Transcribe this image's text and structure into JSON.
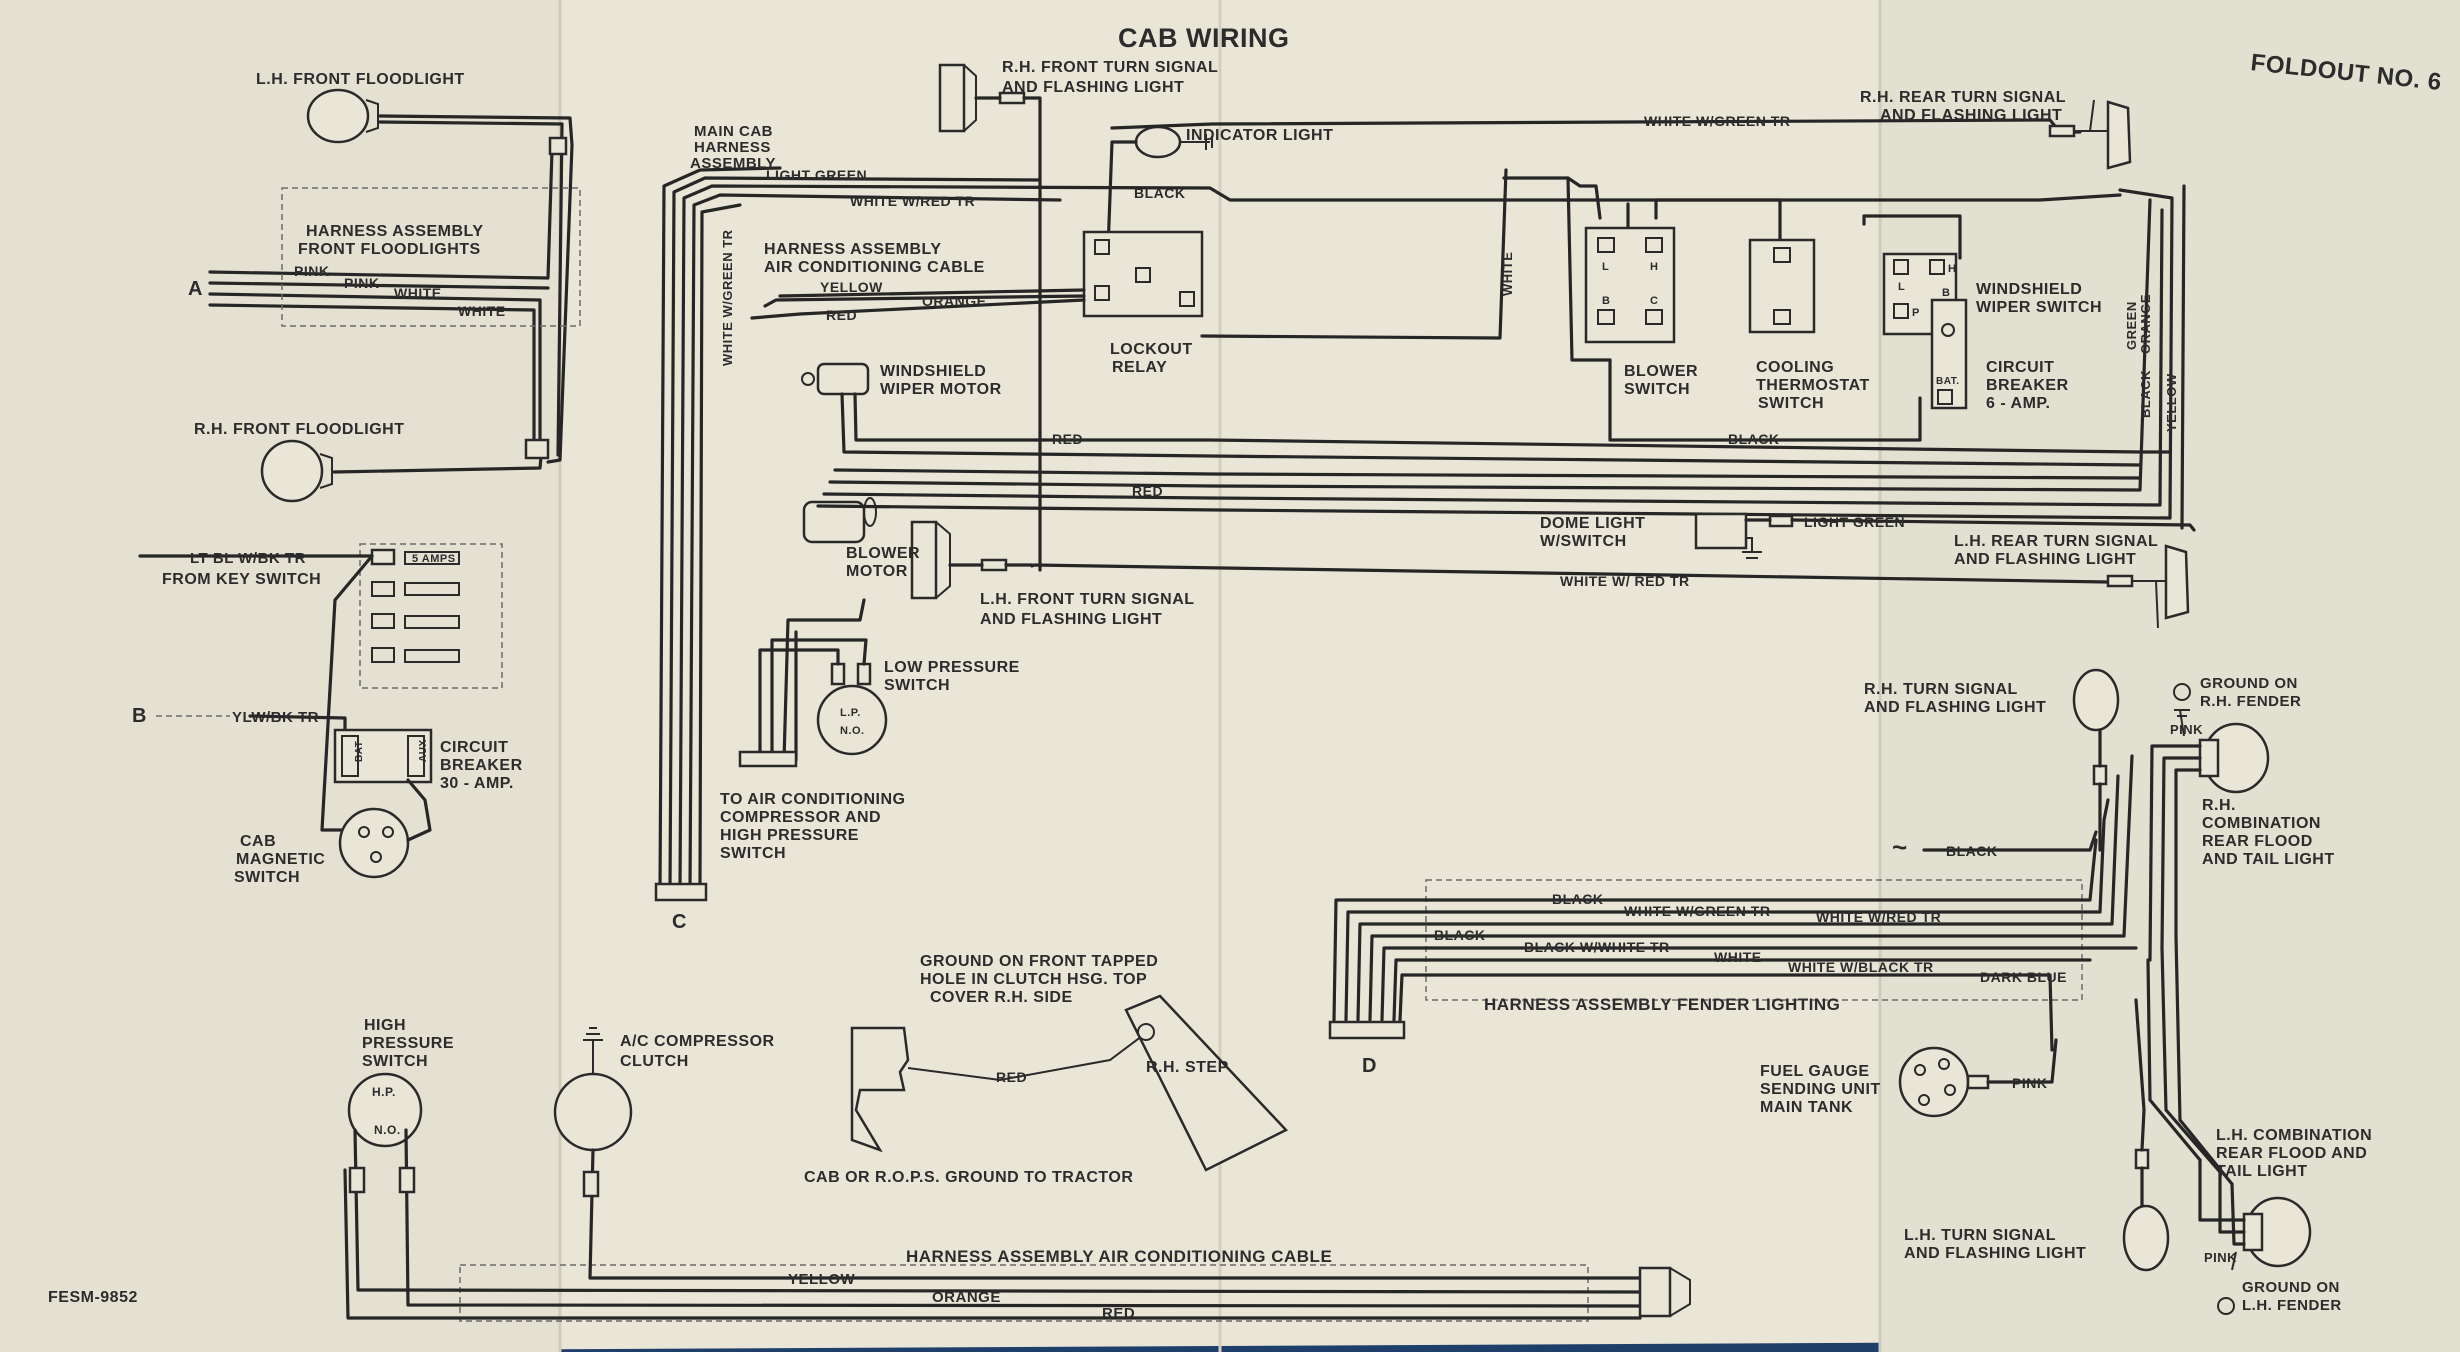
{
  "title": "CAB WIRING",
  "foldout": "FOLDOUT NO. 6",
  "doc_code": "FESM-9852",
  "connector_letters": {
    "a": "A",
    "b": "B",
    "c": "C",
    "d": "D"
  },
  "labels": {
    "lh_front_floodlight": "L.H. FRONT FLOODLIGHT",
    "harness_front_floodlights_1": "HARNESS ASSEMBLY",
    "harness_front_floodlights_2": "FRONT FLOODLIGHTS",
    "rh_front_floodlight": "R.H. FRONT FLOODLIGHT",
    "lt_bl_from_key_1": "LT BL W/BK TR",
    "lt_bl_from_key_2": "FROM KEY SWITCH",
    "fuse_5amps": "5 AMPS",
    "ylw_bk_tr": "YLW/BK TR",
    "cb30_1": "CIRCUIT",
    "cb30_2": "BREAKER",
    "cb30_3": "30 - AMP.",
    "bat": "BAT",
    "aux": "AUX",
    "cab_mag_1": "CAB",
    "cab_mag_2": "MAGNETIC",
    "cab_mag_3": "SWITCH",
    "high_pressure_1": "HIGH",
    "high_pressure_2": "PRESSURE",
    "high_pressure_3": "SWITCH",
    "hp": "H.P.",
    "no": "N.O.",
    "main_cab_1": "MAIN CAB",
    "main_cab_2": "HARNESS",
    "main_cab_3": "ASSEMBLY",
    "rh_front_turn_1": "R.H. FRONT TURN SIGNAL",
    "rh_front_turn_2": "AND FLASHING LIGHT",
    "indicator_light": "INDICATOR LIGHT",
    "harness_ac_1": "HARNESS ASSEMBLY",
    "harness_ac_2": "AIR CONDITIONING CABLE",
    "lockout_relay_1": "LOCKOUT",
    "lockout_relay_2": "RELAY",
    "wiper_motor_1": "WINDSHIELD",
    "wiper_motor_2": "WIPER MOTOR",
    "blower_motor_1": "BLOWER",
    "blower_motor_2": "MOTOR",
    "lh_front_turn_1": "L.H. FRONT TURN SIGNAL",
    "lh_front_turn_2": "AND FLASHING LIGHT",
    "low_pressure_1": "LOW PRESSURE",
    "low_pressure_2": "SWITCH",
    "lp": "L.P.",
    "to_ac_1": "TO AIR CONDITIONING",
    "to_ac_2": "COMPRESSOR AND",
    "to_ac_3": "HIGH PRESSURE",
    "to_ac_4": "SWITCH",
    "ac_clutch_1": "A/C COMPRESSOR",
    "ac_clutch_2": "CLUTCH",
    "ground_front_1": "GROUND ON FRONT TAPPED",
    "ground_front_2": "HOLE IN CLUTCH HSG. TOP",
    "ground_front_3": "COVER R.H. SIDE",
    "rh_step": "R.H. STEP",
    "cab_rops_ground": "CAB OR R.O.P.S. GROUND TO TRACTOR",
    "harness_ac_bottom": "HARNESS ASSEMBLY  AIR CONDITIONING CABLE",
    "rh_rear_turn_1": "R.H. REAR TURN SIGNAL",
    "rh_rear_turn_2": "AND FLASHING LIGHT",
    "blower_switch_1": "BLOWER",
    "blower_switch_2": "SWITCH",
    "cooling_thermo_1": "COOLING",
    "cooling_thermo_2": "THERMOSTAT",
    "cooling_thermo_3": "SWITCH",
    "wiper_switch_1": "WINDSHIELD",
    "wiper_switch_2": "WIPER SWITCH",
    "cb6_1": "CIRCUIT",
    "cb6_2": "BREAKER",
    "cb6_3": "6 - AMP.",
    "dome_light_1": "DOME LIGHT",
    "dome_light_2": "W/SWITCH",
    "lh_rear_turn_1": "L.H. REAR TURN SIGNAL",
    "lh_rear_turn_2": "AND FLASHING LIGHT",
    "rh_turn_signal_1": "R.H. TURN SIGNAL",
    "rh_turn_signal_2": "AND FLASHING LIGHT",
    "ground_rh_fender_1": "GROUND ON",
    "ground_rh_fender_2": "R.H. FENDER",
    "rh_combo_1": "R.H.",
    "rh_combo_2": "COMBINATION",
    "rh_combo_3": "REAR FLOOD",
    "rh_combo_4": "AND TAIL LIGHT",
    "harness_fender": "HARNESS ASSEMBLY FENDER LIGHTING",
    "fuel_gauge_1": "FUEL GAUGE",
    "fuel_gauge_2": "SENDING UNIT",
    "fuel_gauge_3": "MAIN TANK",
    "lh_combo_1": "L.H. COMBINATION",
    "lh_combo_2": "REAR FLOOD AND",
    "lh_combo_3": "TAIL LIGHT",
    "lh_turn_signal_1": "L.H. TURN SIGNAL",
    "lh_turn_signal_2": "AND FLASHING LIGHT",
    "ground_lh_fender_1": "GROUND ON",
    "ground_lh_fender_2": "L.H. FENDER",
    "terminal_l": "L",
    "terminal_h": "H",
    "terminal_b": "B",
    "terminal_c": "C",
    "terminal_p": "P",
    "terminal_bat": "BAT."
  },
  "wires": {
    "pink": "PINK",
    "white": "WHITE",
    "white_green_tr": "WHITE W/GREEN TR",
    "white_red_tr": "WHITE W/RED TR",
    "white_red_tr_alt": "WHITE W/ RED TR",
    "light_green": "LIGHT GREEN",
    "black": "BLACK",
    "yellow": "YELLOW",
    "orange": "ORANGE",
    "red": "RED",
    "green": "GREEN",
    "black_white_tr": "BLACK W/WHITE TR",
    "white_black_tr": "WHITE W/BLACK TR",
    "dark_blue": "DARK BLUE"
  },
  "colors": {
    "paper": "#e9e6d8",
    "ink": "#262626",
    "background": "#1f3f6b"
  }
}
